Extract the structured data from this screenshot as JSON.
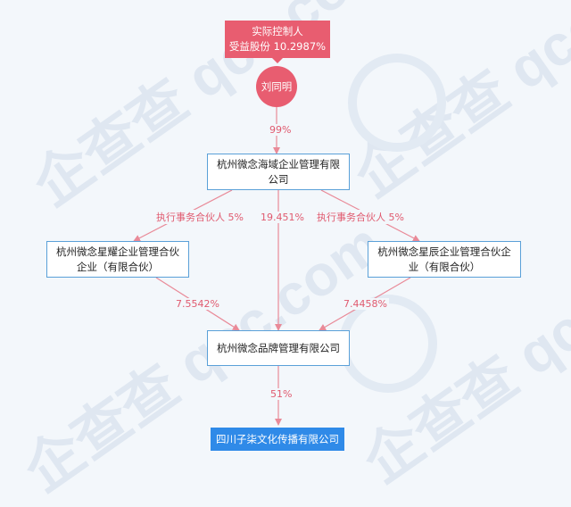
{
  "watermark": {
    "text": "企查查 qcc.com"
  },
  "controller": {
    "title": "实际控制人",
    "share": "受益股份 10.2987%",
    "name": "刘同明"
  },
  "nodes": {
    "haiyu": "杭州微念海域企业管理有限公司",
    "xingyao": "杭州微念星耀企业管理合伙企业（有限合伙）",
    "xingchen": "杭州微念星辰企业管理合伙企业（有限合伙）",
    "pinpai": "杭州微念品牌管理有限公司",
    "target": "四川子柒文化传播有限公司"
  },
  "edges": {
    "person_to_haiyu": "99%",
    "haiyu_to_xingyao": "执行事务合伙人 5%",
    "haiyu_to_pinpai": "19.451%",
    "haiyu_to_xingchen": "执行事务合伙人 5%",
    "xingyao_to_pinpai": "7.5542%",
    "xingchen_to_pinpai": "7.4458%",
    "pinpai_to_target": "51%"
  },
  "colors": {
    "controller": "#e85d70",
    "edge": "#e98a98",
    "node_border": "#5aa0d8",
    "target": "#2f8ae8"
  }
}
